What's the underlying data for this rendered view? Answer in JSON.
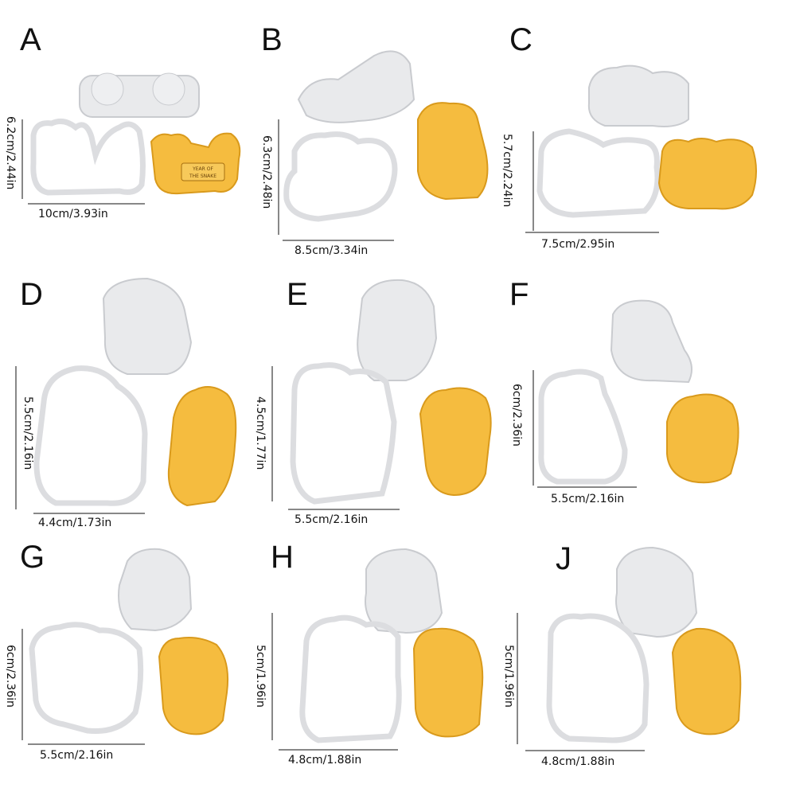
{
  "products": [
    {
      "letter": "A",
      "height": "6.2cm/2.44in",
      "width": "10cm/3.93in",
      "banner": "YEAR OF THE SNAKE"
    },
    {
      "letter": "B",
      "height": "6.3cm/2.48in",
      "width": "8.5cm/3.34in"
    },
    {
      "letter": "C",
      "height": "5.7cm/2.24in",
      "width": "7.5cm/2.95in"
    },
    {
      "letter": "D",
      "height": "5.5cm/2.16in",
      "width": "4.4cm/1.73in"
    },
    {
      "letter": "E",
      "height": "4.5cm/1.77in",
      "width": "5.5cm/2.16in"
    },
    {
      "letter": "F",
      "height": "6cm/2.36in",
      "width": "5.5cm/2.16in"
    },
    {
      "letter": "G",
      "height": "6cm/2.36in",
      "width": "5.5cm/2.16in"
    },
    {
      "letter": "H",
      "height": "5cm/1.96in",
      "width": "4.8cm/1.88in"
    },
    {
      "letter": "J",
      "height": "5cm/1.96in",
      "width": "4.8cm/1.88in"
    }
  ],
  "colors": {
    "plastic": "#e9eaec",
    "plastic_edge": "#c9cbcf",
    "cookie": "#f5bc3f",
    "cookie_edge": "#d99a1c",
    "arrow": "#111111"
  }
}
